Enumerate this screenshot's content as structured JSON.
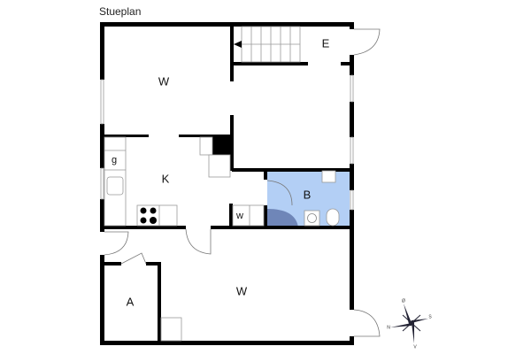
{
  "title": "Stueplan",
  "rooms": {
    "living_upper": "W",
    "entrance": "E",
    "kitchen": "K",
    "bathroom": "B",
    "washer": "w",
    "fridge": "g",
    "storage": "A",
    "living_lower": "W"
  },
  "compass": {
    "top": "Ø",
    "right": "S",
    "left": "N",
    "bottom": "V"
  },
  "colors": {
    "bathroom": "#b3cff5",
    "shower": "#6f86b8",
    "wall": "#000000"
  }
}
